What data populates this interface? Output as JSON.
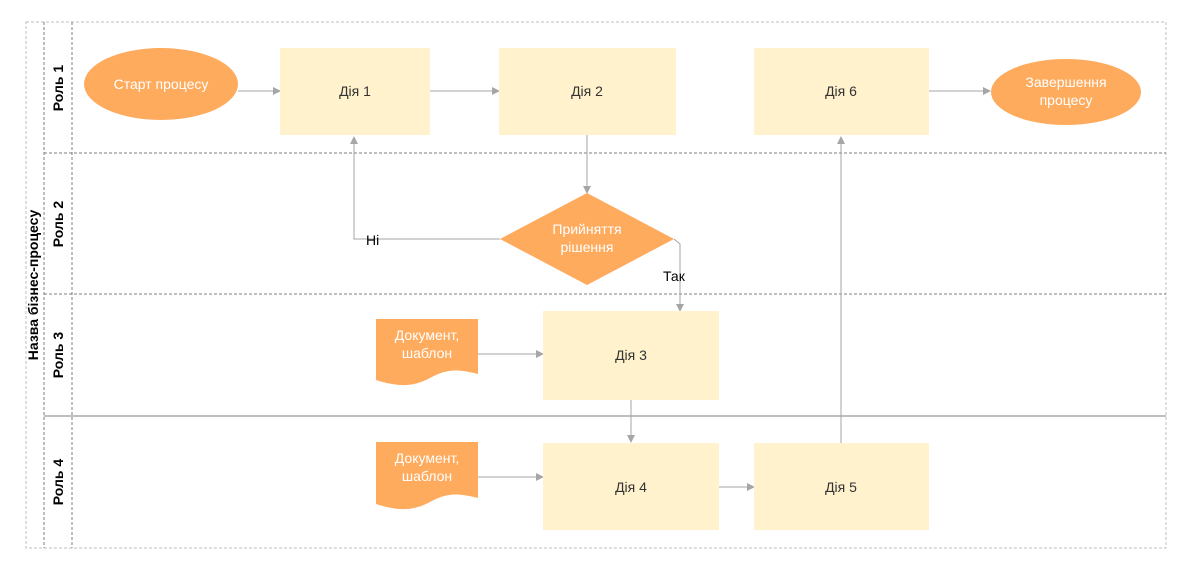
{
  "pool": {
    "title": "Назва бізнес-процесу"
  },
  "lanes": [
    {
      "id": "lane1",
      "label": "Роль 1"
    },
    {
      "id": "lane2",
      "label": "Роль 2"
    },
    {
      "id": "lane3",
      "label": "Роль 3"
    },
    {
      "id": "lane4",
      "label": "Роль 4"
    }
  ],
  "nodes": {
    "start": {
      "label": "Старт процесу"
    },
    "a1": {
      "label": "Дія 1"
    },
    "a2": {
      "label": "Дія 2"
    },
    "a6": {
      "label": "Дія 6"
    },
    "end": {
      "line1": "Завершення",
      "line2": "процесу"
    },
    "decision": {
      "line1": "Прийняття",
      "line2": "рішення"
    },
    "doc1": {
      "line1": "Документ,",
      "line2": "шаблон"
    },
    "a3": {
      "label": "Дія 3"
    },
    "doc2": {
      "line1": "Документ,",
      "line2": "шаблон"
    },
    "a4": {
      "label": "Дія 4"
    },
    "a5": {
      "label": "Дія 5"
    }
  },
  "edge_labels": {
    "no": "Ні",
    "yes": "Так"
  },
  "colors": {
    "action_fill": "#FFF2CC",
    "shape_fill": "#FFAB5E",
    "arrow": "#A6A6A6",
    "lane_border": "#7F7F7F",
    "text_dark": "#333333",
    "text_light": "#FFFFFF"
  }
}
